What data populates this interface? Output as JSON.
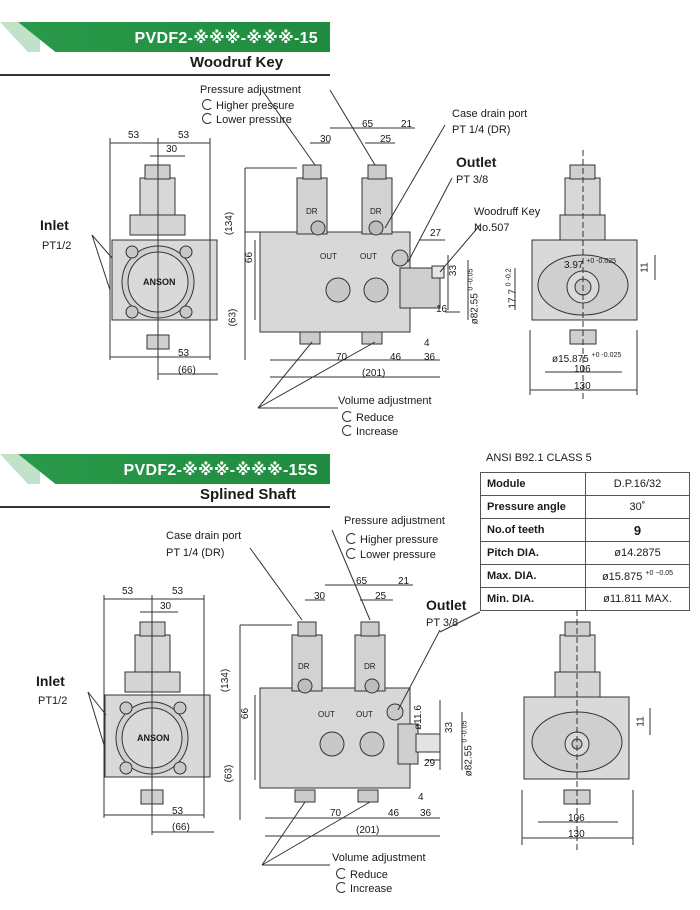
{
  "top": {
    "banner": "PVDF2-※※※-※※※-15",
    "subtitle": "Woodruf Key",
    "pressure_adj": {
      "title": "Pressure adjustment",
      "higher": "Higher pressure",
      "lower": "Lower pressure"
    },
    "case_drain": {
      "title": "Case drain port",
      "value": "PT 1/4 (DR)"
    },
    "outlet": {
      "title": "Outlet",
      "value": "PT 3/8"
    },
    "inlet": {
      "title": "Inlet",
      "value": "PT1/2"
    },
    "woodruff": {
      "title": "Woodruff Key",
      "value": "No.507"
    },
    "volume_adj": {
      "title": "Volume adjustment",
      "reduce": "Reduce",
      "increase": "Increase"
    },
    "dims": {
      "d53a": "53",
      "d53b": "53",
      "d30": "30",
      "d65": "65",
      "d21": "21",
      "d30b": "30",
      "d25": "25",
      "d134": "(134)",
      "d66": "66",
      "d63": "(63)",
      "d27": "27",
      "d33": "33",
      "dia": "ø82.55",
      "dia_tol": "0 -0.05",
      "d16": "16",
      "d4": "4",
      "d70": "70",
      "d46": "46",
      "d36": "36",
      "d201": "(201)",
      "d53c": "53",
      "d66b": "(66)",
      "key": "3.97",
      "key_tol": "+0 -0.025",
      "d17": "17.7",
      "d17_tol": "0 -0.2",
      "d11": "11",
      "shaft": "ø15.875",
      "shaft_tol": "+0 -0.025",
      "d106": "106",
      "d130": "130"
    },
    "port_out1": "OUT",
    "port_out2": "OUT",
    "port_dr1": "DR",
    "port_dr2": "DR",
    "brand": "ANSON"
  },
  "bottom": {
    "banner": "PVDF2-※※※-※※※-15S",
    "subtitle": "Splined Shaft",
    "pressure_adj": {
      "title": "Pressure adjustment",
      "higher": "Higher pressure",
      "lower": "Lower pressure"
    },
    "case_drain": {
      "title": "Case drain port",
      "value": "PT 1/4 (DR)"
    },
    "outlet": {
      "title": "Outlet",
      "value": "PT 3/8"
    },
    "inlet": {
      "title": "Inlet",
      "value": "PT1/2"
    },
    "volume_adj": {
      "title": "Volume adjustment",
      "reduce": "Reduce",
      "increase": "Increase"
    },
    "dims": {
      "d53a": "53",
      "d53b": "53",
      "d30": "30",
      "d65": "65",
      "d21": "21",
      "d30b": "30",
      "d25": "25",
      "d134": "(134)",
      "d66": "66",
      "d63": "(63)",
      "d116": "ø11.6",
      "d33": "33",
      "dia": "ø82.55",
      "dia_tol": "0 -0.05",
      "d29": "29",
      "d4": "4",
      "d70": "70",
      "d46": "46",
      "d36": "36",
      "d201": "(201)",
      "d53c": "53",
      "d66b": "(66)",
      "d11": "11",
      "d106": "106",
      "d130": "130"
    },
    "port_out1": "OUT",
    "port_out2": "OUT",
    "port_dr1": "DR",
    "port_dr2": "DR",
    "brand": "ANSON",
    "ansi": "ANSI B92.1 CLASS 5",
    "table": [
      {
        "k": "Module",
        "v": "D.P.16/32"
      },
      {
        "k": "Pressure angle",
        "v": "30˚"
      },
      {
        "k": "No.of teeth",
        "v": "9"
      },
      {
        "k": "Pitch DIA.",
        "v": "ø14.2875"
      },
      {
        "k": "Max. DIA.",
        "v": "ø15.875",
        "tol": "+0 −0.05"
      },
      {
        "k": "Min. DIA.",
        "v": "ø11.811 MAX."
      }
    ]
  }
}
